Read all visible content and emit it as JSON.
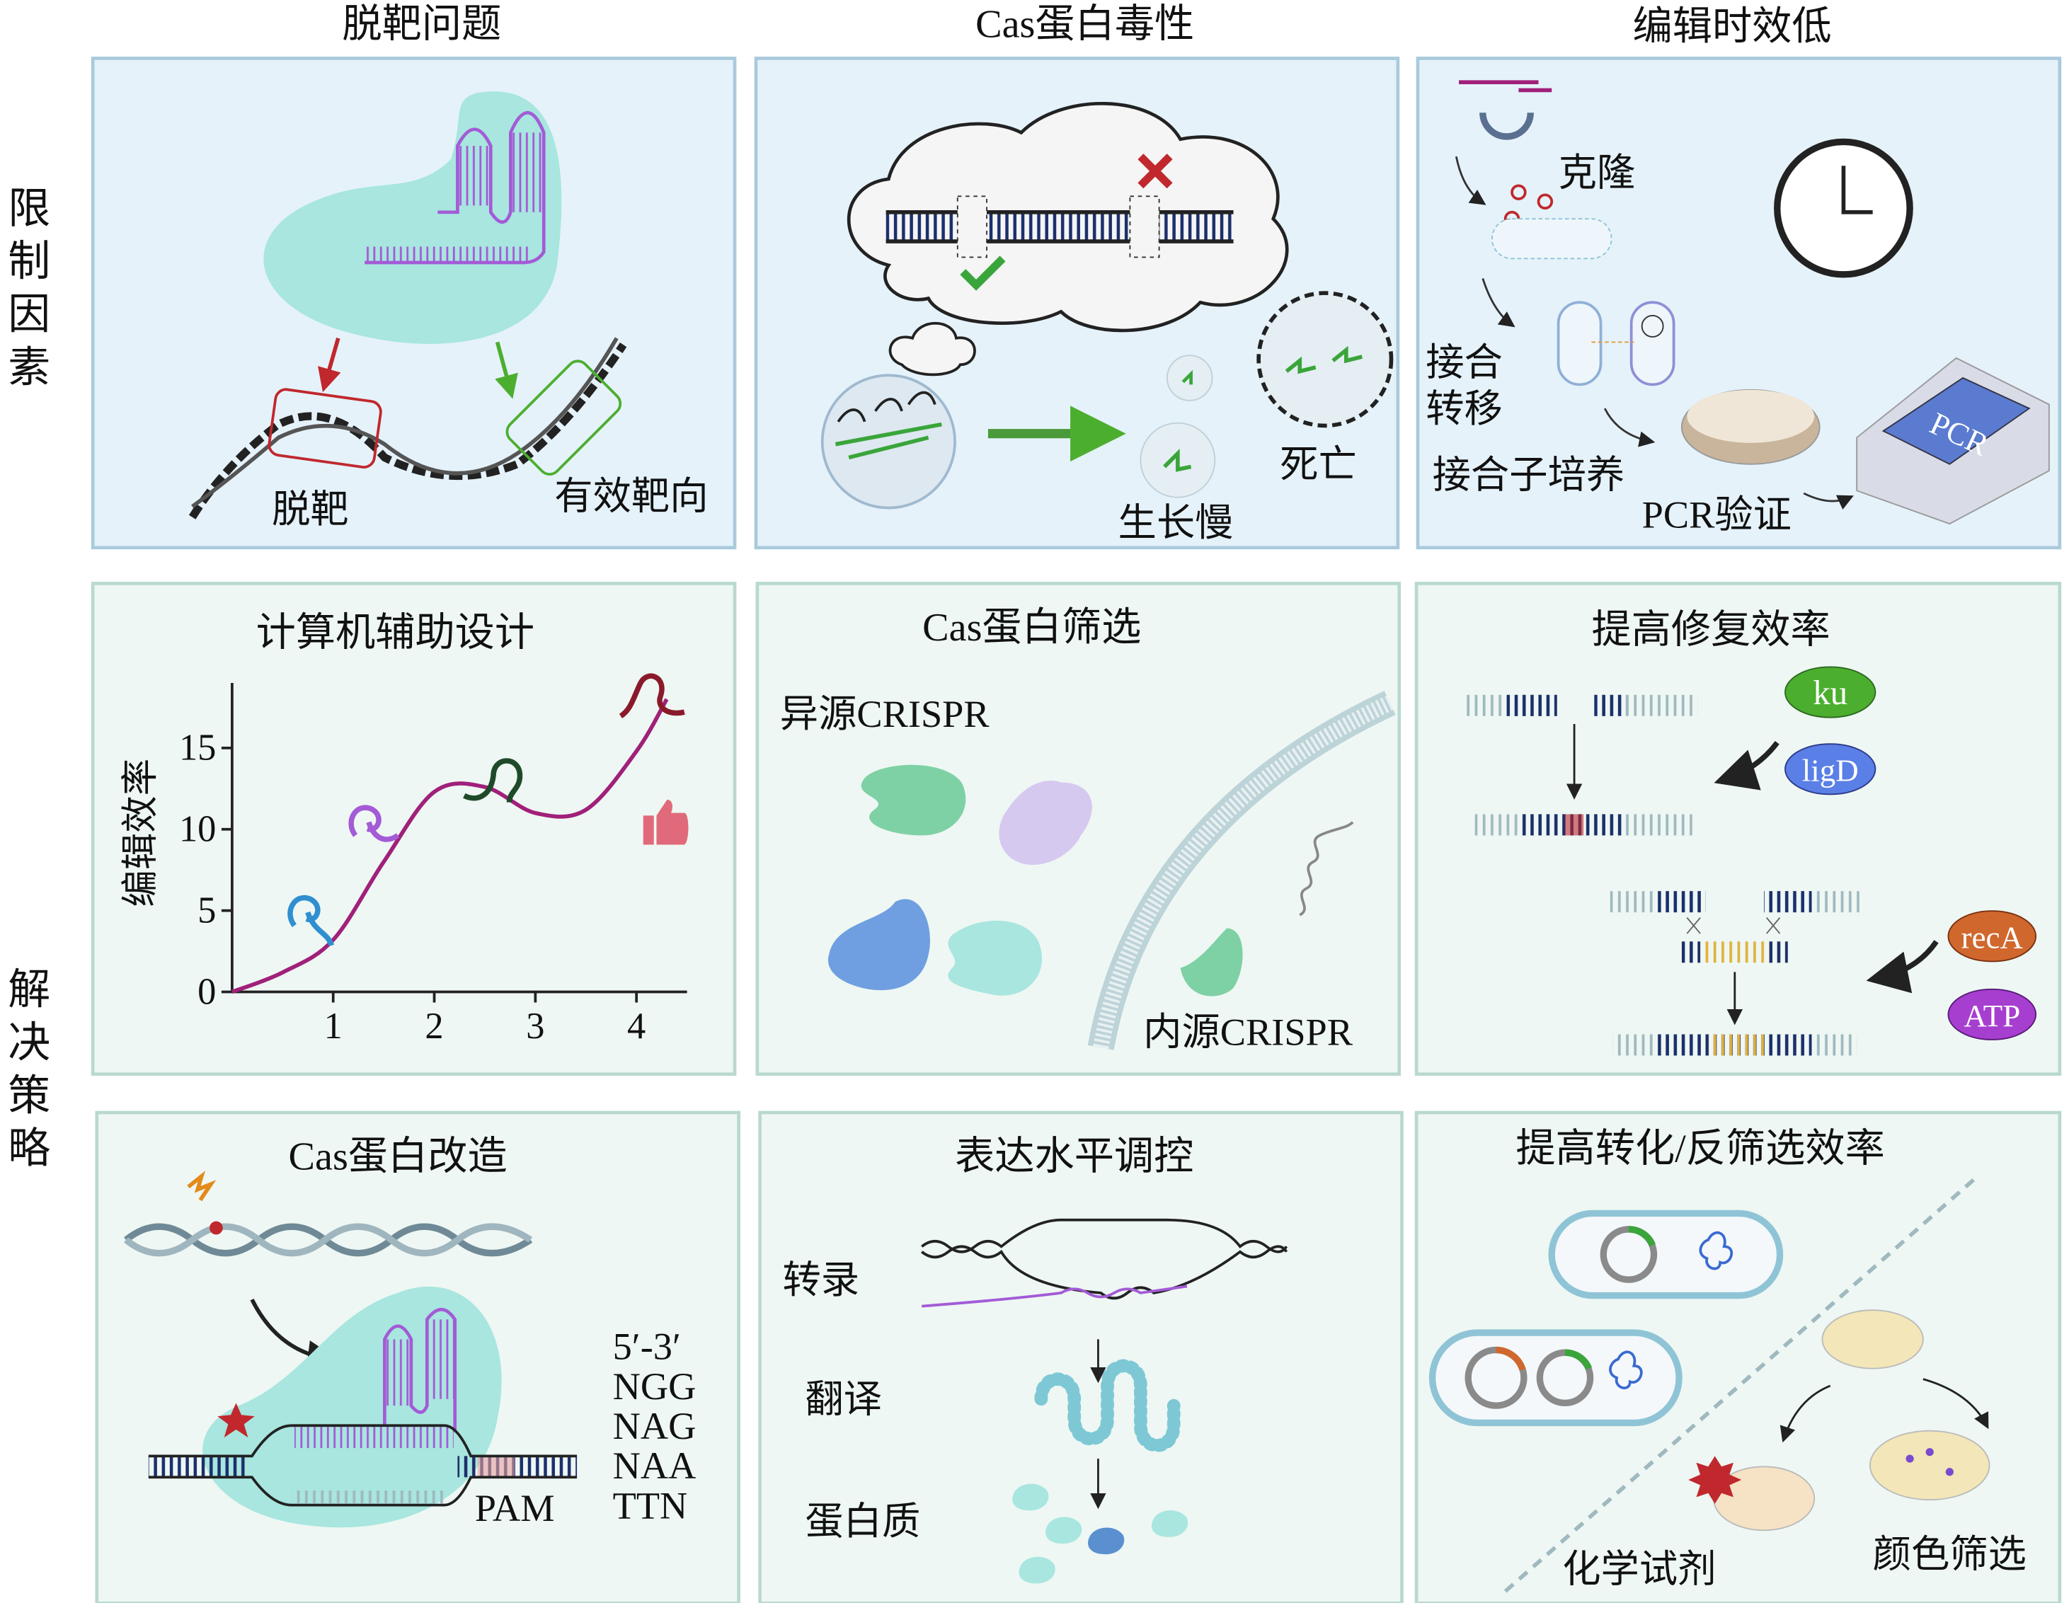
{
  "row_labels": {
    "limits": [
      "限",
      "制",
      "因",
      "素"
    ],
    "solutions": [
      "解",
      "决",
      "策",
      "略"
    ]
  },
  "panels": {
    "off_target": {
      "title": "脱靶问题",
      "off_label": "脱靶",
      "on_label": "有效靶向"
    },
    "toxicity": {
      "title": "Cas蛋白毒性",
      "slow_label": "生长慢",
      "death_label": "死亡"
    },
    "time": {
      "title": "编辑时效低",
      "clone_label": "克隆",
      "conj_label_1": "接合",
      "conj_label_2": "转移",
      "culture_label": "接合子培养",
      "pcr_label": "PCR验证",
      "device_label": "PCR"
    },
    "design": {
      "title": "计算机辅助设计"
    },
    "screen": {
      "title": "Cas蛋白筛选",
      "hetero_label": "异源CRISPR",
      "endo_label": "内源CRISPR"
    },
    "repair": {
      "title": "提高修复效率",
      "ku": "ku",
      "ligD": "ligD",
      "recA": "recA",
      "atp": "ATP"
    },
    "engineer": {
      "title": "Cas蛋白改造",
      "pam_label": "PAM",
      "pam_list": [
        "5′-3′",
        "NGG",
        "NAG",
        "NAA",
        "TTN"
      ]
    },
    "expression": {
      "title": "表达水平调控",
      "transcription": "转录",
      "translation": "翻译",
      "protein": "蛋白质"
    },
    "transform": {
      "title": "提高转化/反筛选效率",
      "chem_label": "化学试剂",
      "color_label": "颜色筛选"
    }
  },
  "colors": {
    "offtarget": "#c0282d",
    "ontarget": "#4cae2f",
    "rna": "#a35bd6",
    "cas": "#a8e6df",
    "curve": "#a0207a"
  },
  "chart_data": {
    "type": "line",
    "title": "",
    "xlabel": "",
    "ylabel": "编辑效率",
    "x_ticks": [
      "1",
      "2",
      "3",
      "4"
    ],
    "y_ticks": [
      "0",
      "5",
      "10",
      "15"
    ],
    "xlim": [
      0,
      4.5
    ],
    "ylim": [
      0,
      19
    ],
    "x": [
      0,
      0.5,
      1,
      1.5,
      2,
      2.5,
      3,
      3.5,
      4,
      4.3
    ],
    "y": [
      0,
      1.2,
      3.2,
      8,
      12.3,
      12.6,
      11,
      11.2,
      14.8,
      18
    ]
  }
}
